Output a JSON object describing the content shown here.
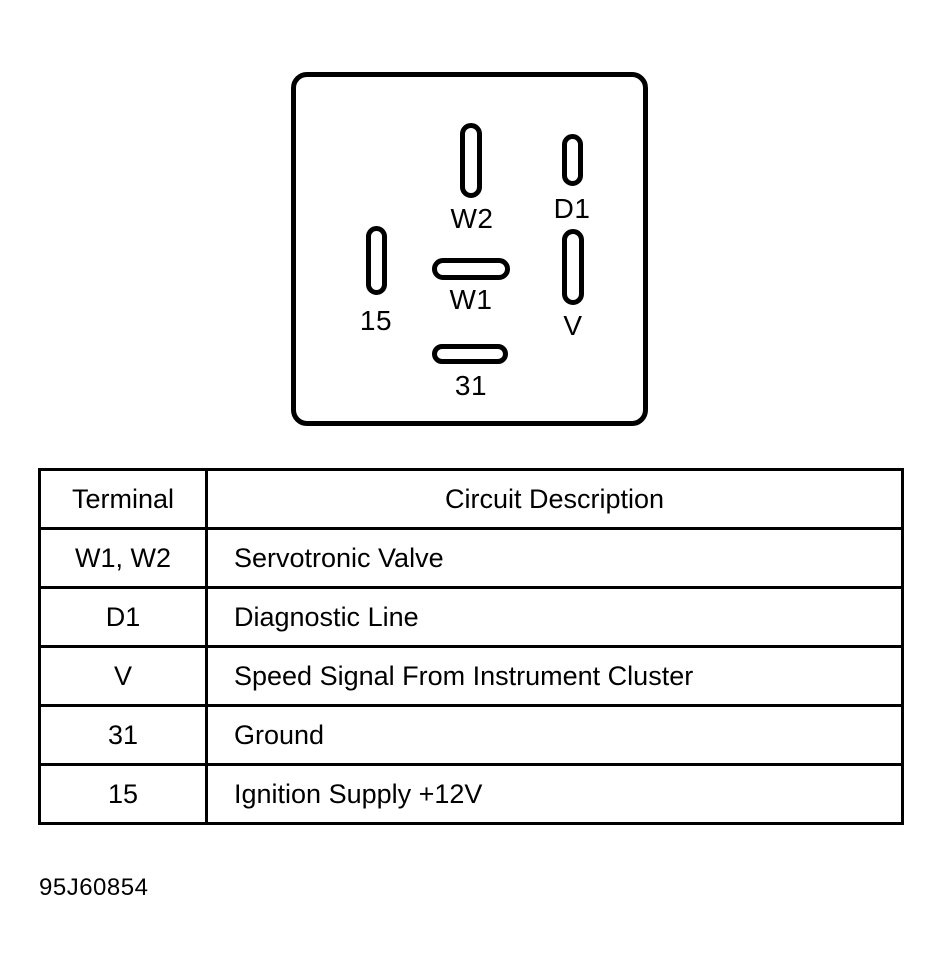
{
  "diagram": {
    "name": "servotronic-relay-connector-pinout",
    "pins": [
      {
        "id": "w2",
        "label": "W2",
        "orientation": "vertical"
      },
      {
        "id": "d1",
        "label": "D1",
        "orientation": "vertical"
      },
      {
        "id": "15",
        "label": "15",
        "orientation": "vertical"
      },
      {
        "id": "v",
        "label": "V",
        "orientation": "vertical"
      },
      {
        "id": "w1",
        "label": "W1",
        "orientation": "horizontal"
      },
      {
        "id": "31",
        "label": "31",
        "orientation": "horizontal"
      }
    ]
  },
  "table": {
    "headers": {
      "terminal": "Terminal",
      "description": "Circuit Description"
    },
    "rows": [
      {
        "terminal": "W1, W2",
        "description": "Servotronic Valve"
      },
      {
        "terminal": "D1",
        "description": "Diagnostic Line"
      },
      {
        "terminal": "V",
        "description": "Speed Signal From Instrument Cluster"
      },
      {
        "terminal": "31",
        "description": "Ground"
      },
      {
        "terminal": "15",
        "description": "Ignition Supply +12V"
      }
    ]
  },
  "caption": {
    "figure_id": "95J60854"
  },
  "colors": {
    "line": "#000000",
    "background": "#ffffff"
  }
}
